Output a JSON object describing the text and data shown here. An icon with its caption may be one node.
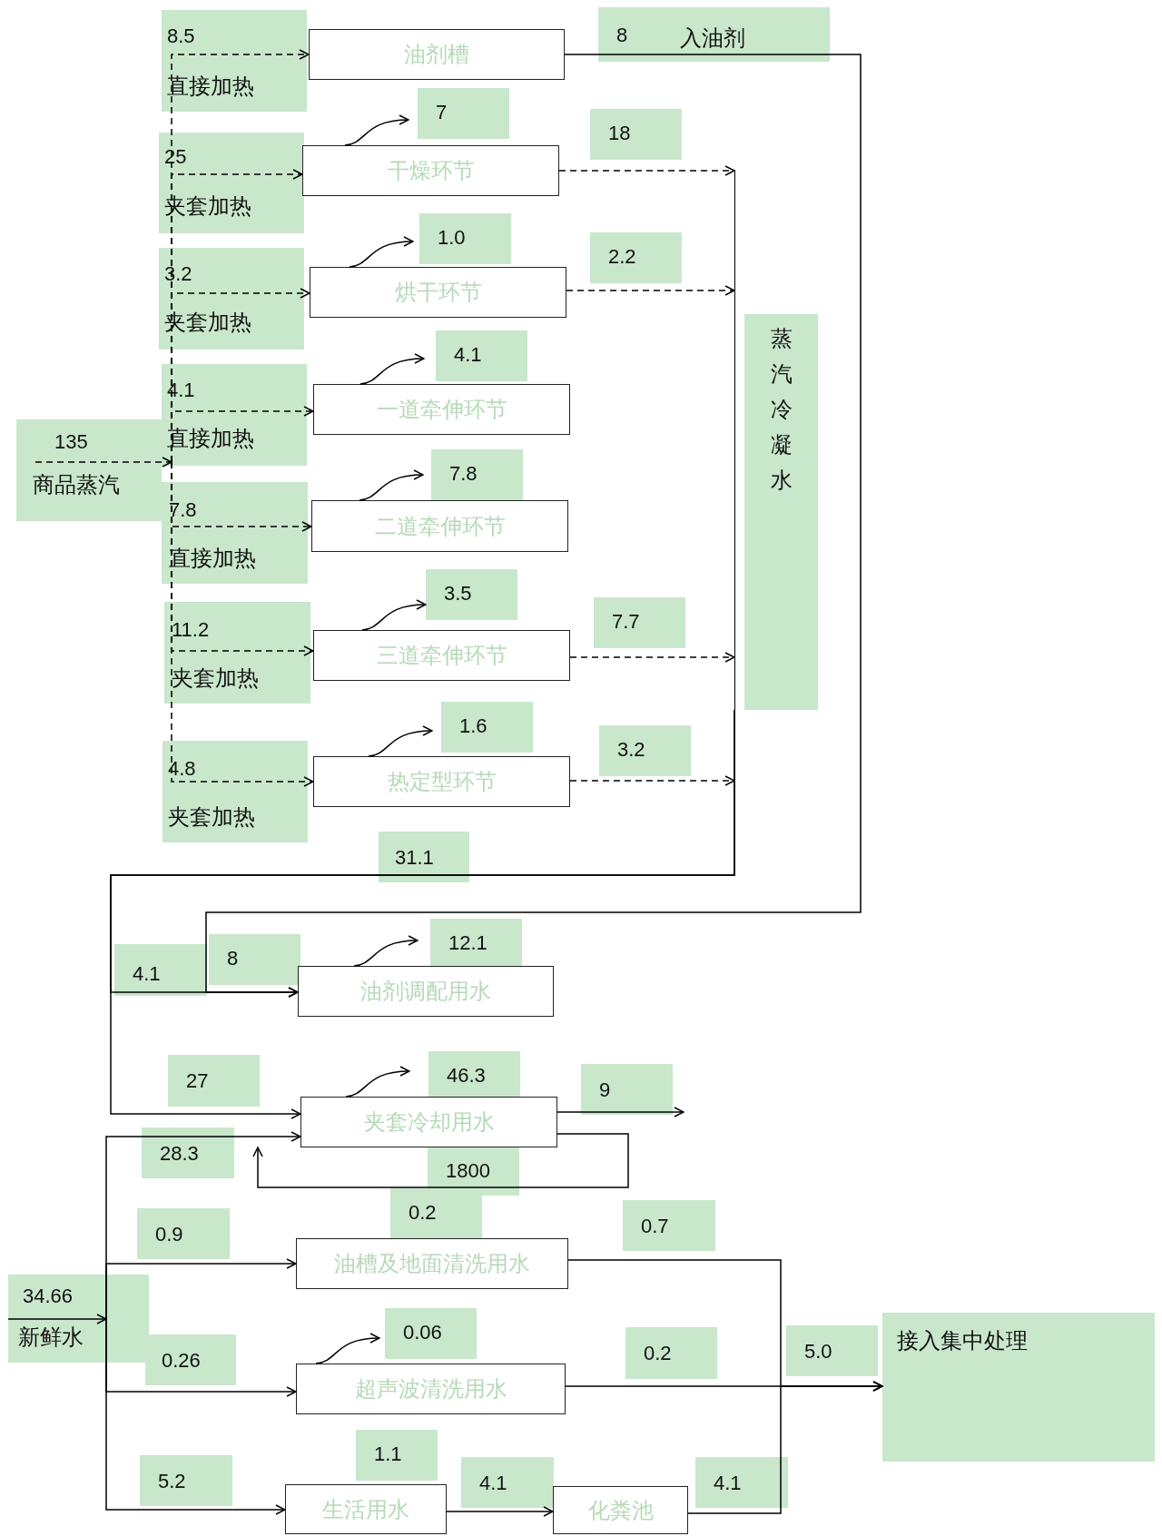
{
  "diagram": {
    "nodes": [
      {
        "text": [
          "油剂槽"
        ]
      },
      {
        "text": [
          "干燥环节"
        ]
      },
      {
        "text": [
          "烘干环节"
        ]
      },
      {
        "text": [
          "一道牵伸环节"
        ]
      },
      {
        "text": [
          "二道牵伸环节"
        ]
      },
      {
        "text": [
          "三道牵伸环节"
        ]
      },
      {
        "text": [
          "热定型环节"
        ]
      },
      {
        "text": [
          "蒸汽冷凝水"
        ]
      },
      {
        "text": [
          "商品蒸汽"
        ]
      },
      {
        "text": [
          "油剂调配用水"
        ]
      },
      {
        "text": [
          "夹套冷却用水"
        ]
      },
      {
        "text": [
          "油槽及地面清洗用水"
        ]
      },
      {
        "text": [
          "新鲜水"
        ]
      },
      {
        "text": [
          "超声波清洗用水"
        ]
      },
      {
        "text": [
          "接入集中处理"
        ]
      },
      {
        "text": [
          "生活用水"
        ]
      },
      {
        "text": [
          "化粪池"
        ]
      }
    ],
    "edges": [
      {
        "from": null,
        "to": 8,
        "arrow": "to",
        "style": "dashed",
        "label": "135"
      },
      {
        "from": 8,
        "to": 0,
        "arrow": "to",
        "style": "dashed",
        "label": "8.5"
      },
      {
        "from": 8,
        "to": 1,
        "arrow": "to",
        "style": "dashed",
        "label": "25"
      },
      {
        "from": 8,
        "to": 2,
        "arrow": "to",
        "style": "dashed",
        "label": "3.2"
      },
      {
        "from": 8,
        "to": 3,
        "arrow": "to",
        "style": "dashed",
        "label": "4.1"
      },
      {
        "from": 8,
        "to": 4,
        "arrow": "to",
        "style": "dashed",
        "label": "7.8"
      },
      {
        "from": 8,
        "to": 5,
        "arrow": "to",
        "style": "dashed",
        "label": "11.2"
      },
      {
        "from": 8,
        "to": 6,
        "arrow": "to",
        "style": "dashed",
        "label": "4.8"
      },
      {
        "from": 1,
        "to": null,
        "arrow": "to",
        "label": "7"
      },
      {
        "from": 2,
        "to": null,
        "arrow": "to",
        "label": "1.0"
      },
      {
        "from": 3,
        "to": null,
        "arrow": "to",
        "label": "4.1"
      },
      {
        "from": 4,
        "to": null,
        "arrow": "to",
        "label": "7.8"
      },
      {
        "from": 5,
        "to": null,
        "arrow": "to",
        "label": "3.5"
      },
      {
        "from": 6,
        "to": null,
        "arrow": "to",
        "label": "1.6"
      },
      {
        "from": 9,
        "to": null,
        "arrow": "to",
        "label": "12.1"
      },
      {
        "from": 10,
        "to": null,
        "arrow": "to",
        "label": "46.3"
      },
      {
        "from": 13,
        "to": null,
        "arrow": "to",
        "label": "0.06"
      },
      {
        "from": 1,
        "to": 7,
        "arrow": "to",
        "style": "dashed",
        "label": "18"
      },
      {
        "from": 2,
        "to": 7,
        "arrow": "to",
        "style": "dashed",
        "label": "2.2"
      },
      {
        "from": 5,
        "to": 7,
        "arrow": "to",
        "style": "dashed",
        "label": "7.7"
      },
      {
        "from": 6,
        "to": 7,
        "arrow": "to",
        "style": "dashed",
        "label": "3.2"
      },
      {
        "from": 0,
        "to": 9,
        "arrow": "to",
        "label": "8"
      },
      {
        "from": 7,
        "to": 9,
        "arrow": "to",
        "label": "4.1"
      },
      {
        "from": 7,
        "to": 10,
        "arrow": "to",
        "label": "27"
      },
      {
        "from": 10,
        "to": null,
        "arrow": "to",
        "label": "9"
      },
      {
        "from": 10,
        "to": 10,
        "arrow": "to",
        "label": "1800"
      },
      {
        "from": null,
        "to": 12,
        "arrow": "to",
        "label": "34.66"
      },
      {
        "from": 12,
        "to": 10,
        "arrow": "to",
        "label": "28.3"
      },
      {
        "from": 12,
        "to": 11,
        "arrow": "to",
        "label": "0.9"
      },
      {
        "from": 12,
        "to": 13,
        "arrow": "to",
        "label": "0.26"
      },
      {
        "from": 12,
        "to": 15,
        "arrow": "to",
        "label": "5.2"
      },
      {
        "from": 15,
        "to": 16,
        "arrow": "to",
        "label": "4.1"
      },
      {
        "from": 11,
        "to": 14,
        "arrow": "to",
        "label": "0.7"
      },
      {
        "from": 13,
        "to": 14,
        "arrow": "to",
        "label": "0.2"
      },
      {
        "from": 16,
        "to": 14,
        "arrow": "to",
        "label": "4.1"
      }
    ],
    "labels": [
      "8",
      "入油剂",
      "直接加热",
      "夹套加热",
      "夹套加热",
      "直接加热",
      "直接加热",
      "夹套加热",
      "夹套加热",
      "31.1",
      "0.2",
      "1.1",
      "5.0"
    ]
  }
}
